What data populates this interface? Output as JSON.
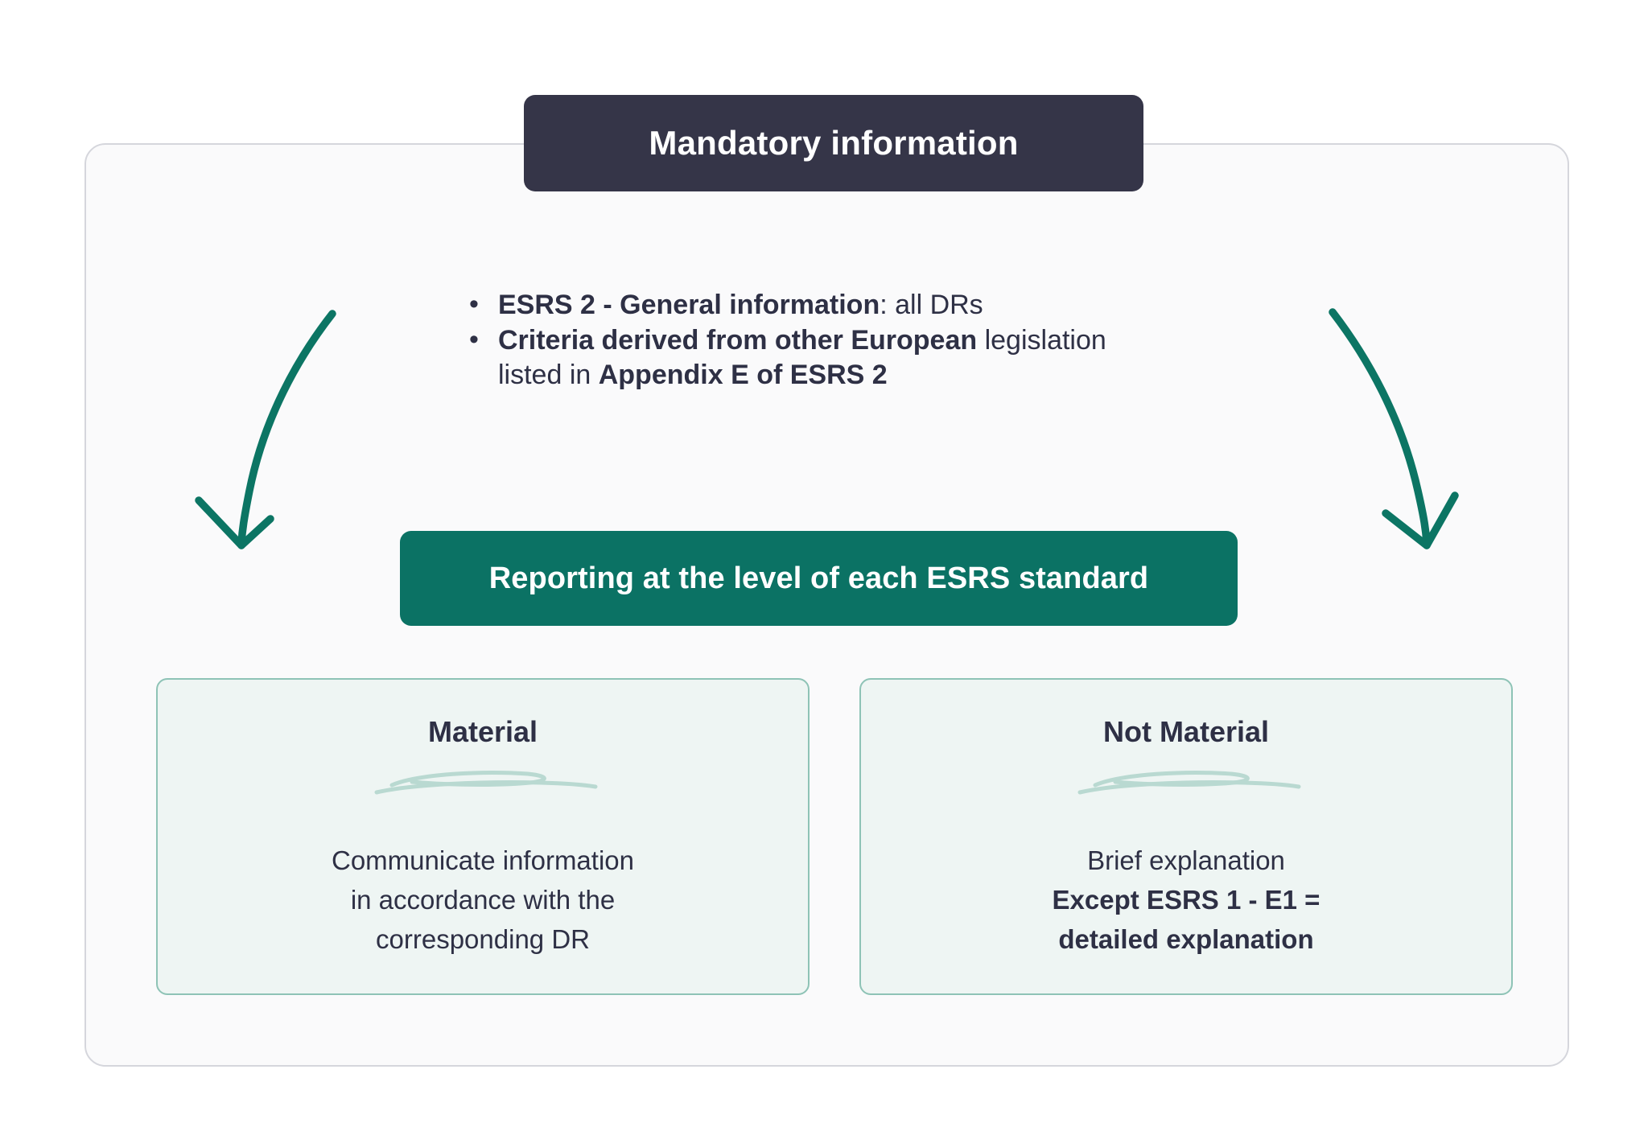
{
  "header": {
    "title": "Mandatory information",
    "badge_color": "#353548"
  },
  "bullets": {
    "items": [
      {
        "bold_lead": "ESRS 2 - General information",
        "rest": ": all DRs"
      },
      {
        "bold_lead": "Criteria derived from other European",
        "rest": " legislation",
        "line2_plain": "listed in ",
        "line2_bold": "Appendix E of ESRS 2"
      }
    ]
  },
  "green_banner": {
    "label": "Reporting at the level of each ESRS standard",
    "color": "#0b7264"
  },
  "arrows": {
    "left_name": "curved-arrow-down-left",
    "right_name": "curved-arrow-down-right",
    "color": "#0c7564"
  },
  "cards": [
    {
      "title": "Material",
      "body_lines": [
        {
          "text": "Communicate information",
          "bold": false
        },
        {
          "text": "in accordance with the",
          "bold": false
        },
        {
          "text": "corresponding DR",
          "bold": false
        }
      ],
      "border_color": "#8ec3b6",
      "fill_color": "#eef5f3",
      "squiggle_color": "#b9d9d1"
    },
    {
      "title": "Not Material",
      "body_lines": [
        {
          "text": "Brief explanation",
          "bold": false
        },
        {
          "text": "Except ESRS 1 - E1 =",
          "bold": true
        },
        {
          "text": "detailed explanation",
          "bold": true
        }
      ],
      "border_color": "#8ec3b6",
      "fill_color": "#eef5f3",
      "squiggle_color": "#b9d9d1"
    }
  ],
  "panel": {
    "border_color": "#d5d6dc",
    "fill_color": "#fafafb"
  }
}
